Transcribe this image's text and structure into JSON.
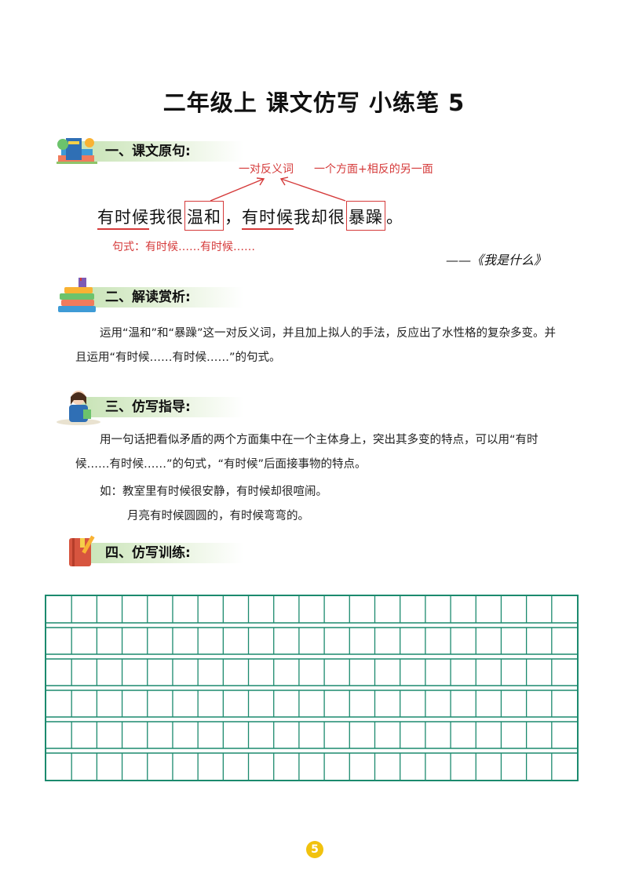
{
  "title": "二年级上  课文仿写  小练笔 5",
  "sections": [
    {
      "label": "一、课文原句:"
    },
    {
      "label": "二、解读赏析:"
    },
    {
      "label": "三、仿写指导:"
    },
    {
      "label": "四、仿写训练:"
    }
  ],
  "annotations": {
    "antonym": "一对反义词",
    "aspect": "一个方面+相反的另一面"
  },
  "sentence": {
    "part1": "有时候",
    "part2": "我很",
    "word1": "温和",
    "comma": "，",
    "part3": "有时候",
    "part4": "我却很",
    "word2": "暴躁",
    "period": "。"
  },
  "pattern": "句式：有时候……有时候……",
  "source": "——《我是什么》",
  "analysis": "运用“温和”和“暴躁”这一对反义词，并且加上拟人的手法，反应出了水性格的复杂多变。并且运用“有时候……有时候……”的句式。",
  "guidance": {
    "main": "用一句话把看似矛盾的两个方面集中在一个主体身上，突出其多变的特点，可以用“有时候……有时候……”的句式，“有时候”后面接事物的特点。",
    "example1": "如：教室里有时候很安静，有时候却很喧闹。",
    "example2": "月亮有时候圆圆的，有时候弯弯的。"
  },
  "writing_grid": {
    "rows": 6,
    "cols": 21
  },
  "page_number": "5",
  "colors": {
    "accent_red": "#d53a3a",
    "grid_green": "#1b8a6e",
    "bar_green": "#c7e3b5",
    "page_badge": "#f1c20e"
  }
}
